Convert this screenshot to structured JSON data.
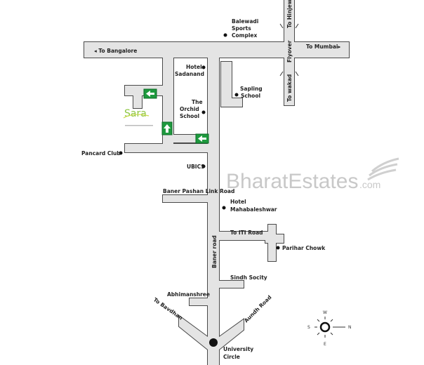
{
  "map": {
    "directions": {
      "to_bangalore": "◂ To Bangalore",
      "to_mumbai": "To Mumbai▸",
      "to_hinjewadi": "To Hinjewadi",
      "to_wakad": "To wakad",
      "flyover": "Flyover",
      "to_bavdhan": "To Bavdhan",
      "aundh_road": "Aundh Road",
      "to_iti_road": "To ITI Road"
    },
    "roads": {
      "baner_pashan_link": "Baner Pashan Link Road",
      "baner_road": "Baner road"
    },
    "landmarks": {
      "balewadi": [
        "Balewadi",
        "Sports",
        "Complex"
      ],
      "hotel_sadanand": [
        "Hotel",
        "Sadanand"
      ],
      "sapling": [
        "Sapling",
        "School"
      ],
      "orchid": [
        "The",
        "Orchid",
        "School"
      ],
      "pancard": "Pancard Club",
      "ubics": "UBICS",
      "mahabaleshwar": [
        "Hotel",
        "Mahabaleshwar"
      ],
      "parihar": "Parihar Chowk",
      "sindh": "Sindh Socity",
      "abhimanshree": "Abhimanshree",
      "university": [
        "University",
        "Circle"
      ]
    },
    "project_logo": "Sara",
    "watermark": {
      "main": "BharatEstates",
      "suffix": ".com"
    },
    "compass": {
      "n": "N",
      "s": "S",
      "e": "E",
      "w": "W"
    },
    "colors": {
      "sign_green": "#1e9a3e",
      "road_fill": "#e4e4e4",
      "logo_green": "#8cc63f"
    }
  }
}
